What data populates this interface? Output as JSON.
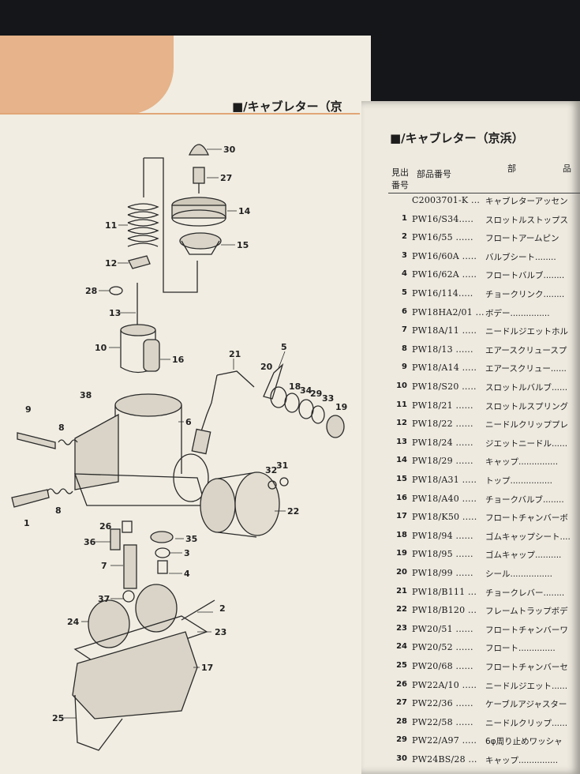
{
  "left_page": {
    "title": "■/キャブレター（京",
    "callouts": [
      "30",
      "27",
      "14",
      "11",
      "15",
      "12",
      "28",
      "13",
      "10",
      "16",
      "21",
      "5",
      "20",
      "18",
      "34",
      "29",
      "33",
      "19",
      "38",
      "6",
      "9",
      "8",
      "32",
      "31",
      "22",
      "1",
      "8",
      "26",
      "36",
      "35",
      "3",
      "7",
      "4",
      "37",
      "2",
      "24",
      "23",
      "17",
      "25"
    ]
  },
  "right_page": {
    "title": "■/キャブレター（京浜）",
    "header": {
      "col_ref_line1": "見出",
      "col_ref_line2": "番号",
      "col_part": "部品番号",
      "col_name1": "部",
      "col_name2": "品"
    },
    "rows": [
      {
        "num": "",
        "part": "C2003701-K ...",
        "name": "キャブレターアッセン"
      },
      {
        "num": "1",
        "part": "PW16/S34.....",
        "name": "スロットルストップス"
      },
      {
        "num": "2",
        "part": "PW16/55 ......",
        "name": "フロートアームピン"
      },
      {
        "num": "3",
        "part": "PW16/60A .....",
        "name": "バルブシート........"
      },
      {
        "num": "4",
        "part": "PW16/62A .....",
        "name": "フロートバルブ........"
      },
      {
        "num": "5",
        "part": "PW16/114.....",
        "name": "チョークリンク........"
      },
      {
        "num": "6",
        "part": "PW18HA2/01 ...",
        "name": "ボデー..............."
      },
      {
        "num": "7",
        "part": "PW18A/11 .....",
        "name": "ニードルジエットホル"
      },
      {
        "num": "8",
        "part": "PW18/13 ......",
        "name": "エアースクリュースプ"
      },
      {
        "num": "9",
        "part": "PW18/A14 .....",
        "name": "エアースクリュー......"
      },
      {
        "num": "10",
        "part": "PW18/S20 .....",
        "name": "スロットルバルブ......"
      },
      {
        "num": "11",
        "part": "PW18/21 ......",
        "name": "スロットルスプリング"
      },
      {
        "num": "12",
        "part": "PW18/22 ......",
        "name": "ニードルクリッププレ"
      },
      {
        "num": "13",
        "part": "PW18/24 ......",
        "name": "ジエットニードル......"
      },
      {
        "num": "14",
        "part": "PW18/29 ......",
        "name": "キャップ..............."
      },
      {
        "num": "15",
        "part": "PW18/A31 .....",
        "name": "トップ................"
      },
      {
        "num": "16",
        "part": "PW18/A40 .....",
        "name": "チョークバルブ........"
      },
      {
        "num": "17",
        "part": "PW18/K50 .....",
        "name": "フロートチャンバーボ"
      },
      {
        "num": "18",
        "part": "PW18/94 ......",
        "name": "ゴムキャップシート...."
      },
      {
        "num": "19",
        "part": "PW18/95 ......",
        "name": "ゴムキャップ.........."
      },
      {
        "num": "20",
        "part": "PW18/99 ......",
        "name": "シール................"
      },
      {
        "num": "21",
        "part": "PW18/B111 ...",
        "name": "チョークレバー........"
      },
      {
        "num": "22",
        "part": "PW18/B120 ...",
        "name": "フレームトラップボデ"
      },
      {
        "num": "23",
        "part": "PW20/51 ......",
        "name": "フロートチャンバーワ"
      },
      {
        "num": "24",
        "part": "PW20/52 ......",
        "name": "フロート.............."
      },
      {
        "num": "25",
        "part": "PW20/68 ......",
        "name": "フロートチャンバーセ"
      },
      {
        "num": "26",
        "part": "PW22A/10 .....",
        "name": "ニードルジエット......"
      },
      {
        "num": "27",
        "part": "PW22/36 ......",
        "name": "ケーブルアジャスター"
      },
      {
        "num": "28",
        "part": "PW22/58 ......",
        "name": "ニードルクリップ......"
      },
      {
        "num": "29",
        "part": "PW22/A97 .....",
        "name": "6φ周り止めワッシャ"
      },
      {
        "num": "30",
        "part": "PW24BS/28 ...",
        "name": "キャップ..............."
      }
    ]
  }
}
